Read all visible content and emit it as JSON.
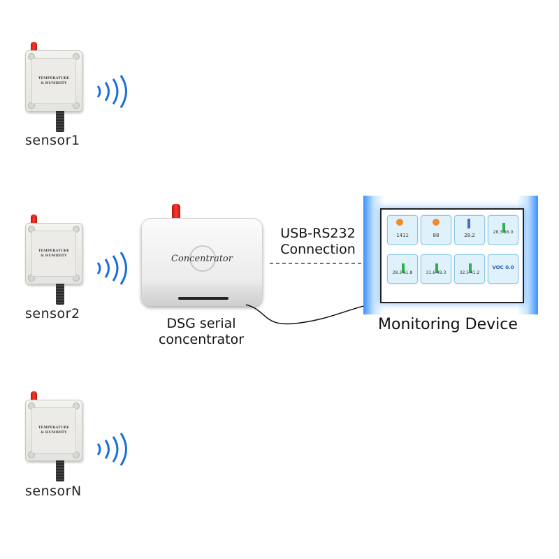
{
  "sensors": [
    {
      "label": "sensor1"
    },
    {
      "label": "sensor2"
    },
    {
      "label": "sensorN"
    }
  ],
  "sensor_device_text": [
    "TEMPERATURE",
    "& HUMIDITY"
  ],
  "concentrator": {
    "device_text": "Concentrator",
    "label_line1": "DSG serial",
    "label_line2": "concentrator"
  },
  "connection": {
    "line1": "USB-RS232",
    "line2": "Connection"
  },
  "monitor": {
    "label": "Monitoring Device",
    "tiles": [
      "1411",
      "88",
      "28.2",
      "28.3  56.0",
      "28.3  61.8",
      "31.6  49.3",
      "32.5  41.2",
      "VOC 0.0"
    ]
  },
  "colors": {
    "wave": "#1a6fd6",
    "antenna": "#e02a1c",
    "screen_glow": "#56b2ff"
  }
}
